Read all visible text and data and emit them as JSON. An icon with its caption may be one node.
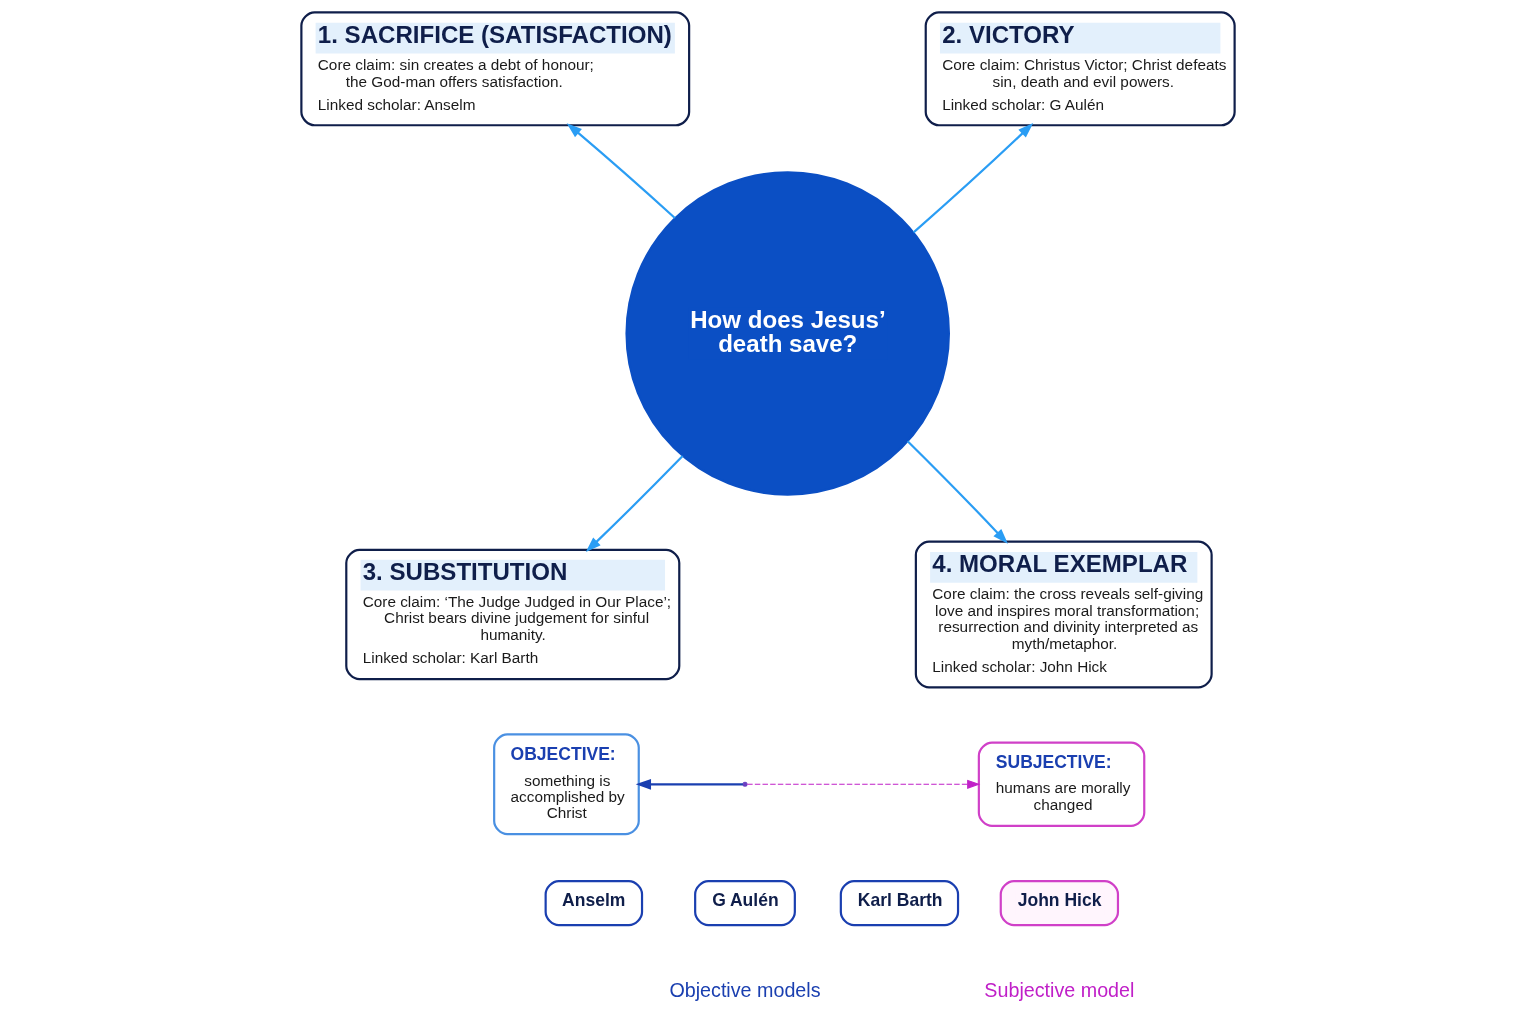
{
  "diagram": {
    "nodes": [
      {
        "text": [
          "How does Jesus’ death save?"
        ]
      },
      {
        "text": [
          "1. SACRIFICE (SATISFACTION)",
          "Core claim: sin creates a debt of honour; the God-man offers satisfaction.",
          "Linked scholar: Anselm"
        ]
      },
      {
        "text": [
          "2. VICTORY",
          "Core claim: Christus Victor; Christ defeats sin, death and evil powers.",
          "Linked scholar: G Aulén"
        ]
      },
      {
        "text": [
          "3. SUBSTITUTION",
          "Core claim: ‘The Judge Judged in Our Place’; Christ bears divine judgement for sinful humanity.",
          "Linked scholar: Karl Barth"
        ]
      },
      {
        "text": [
          "4. MORAL EXEMPLAR",
          "Core claim: the cross reveals self-giving love and inspires moral transformation; resurrection and divinity interpreted as myth/metaphor.",
          "Linked scholar: John Hick"
        ]
      },
      {
        "text": [
          "OBJECTIVE:",
          "something is accomplished by Christ"
        ]
      },
      {
        "text": [
          "Anselm"
        ]
      },
      {
        "text": [
          "G Aulén"
        ]
      },
      {
        "text": [
          "Karl Barth"
        ]
      },
      {
        "text": [
          "John Hick"
        ]
      },
      {
        "text": [
          "SUBJECTIVE:",
          "humans are morally changed"
        ]
      }
    ],
    "edges": [
      {
        "from": 0,
        "to": 1,
        "arrow": "to"
      },
      {
        "from": 0,
        "to": 2,
        "arrow": "to"
      },
      {
        "from": 0,
        "to": 3,
        "arrow": "to"
      },
      {
        "from": 0,
        "to": 4,
        "arrow": "to"
      },
      {
        "from": null,
        "to": 5,
        "arrow": "to",
        "color": "#1a3fb0"
      },
      {
        "from": null,
        "to": 10,
        "arrow": "to",
        "style": "dashed",
        "color": "#c020c8"
      }
    ],
    "labels": [
      "Objective models",
      "Subjective model"
    ]
  }
}
